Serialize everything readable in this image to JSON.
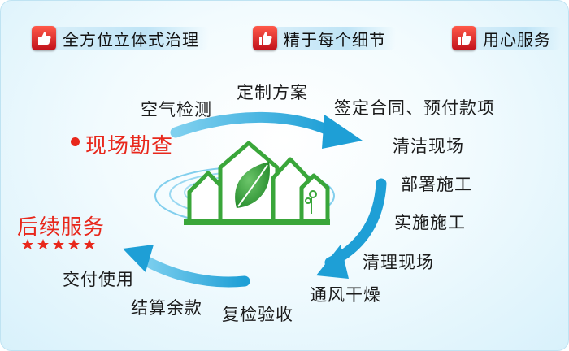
{
  "badges": [
    "全方位立体式治理",
    "精于每个细节",
    "用心服务"
  ],
  "highlight": {
    "survey": "现场勘查",
    "after_service": "后续服务"
  },
  "steps": {
    "air_test": "空气检测",
    "custom_plan": "定制方案",
    "sign_contract": "签定合同、预付款项",
    "clean_site": "清洁现场",
    "deploy": "部署施工",
    "implement": "实施施工",
    "tidy_site": "清理现场",
    "ventilate_dry": "通风干燥",
    "recheck": "复检验收",
    "settlement": "结算余款",
    "handover": "交付使用"
  },
  "colors": {
    "accent_red": "#e8281c",
    "arrow_blue": "#1e9fd6",
    "house_green": "#3aa63a"
  }
}
